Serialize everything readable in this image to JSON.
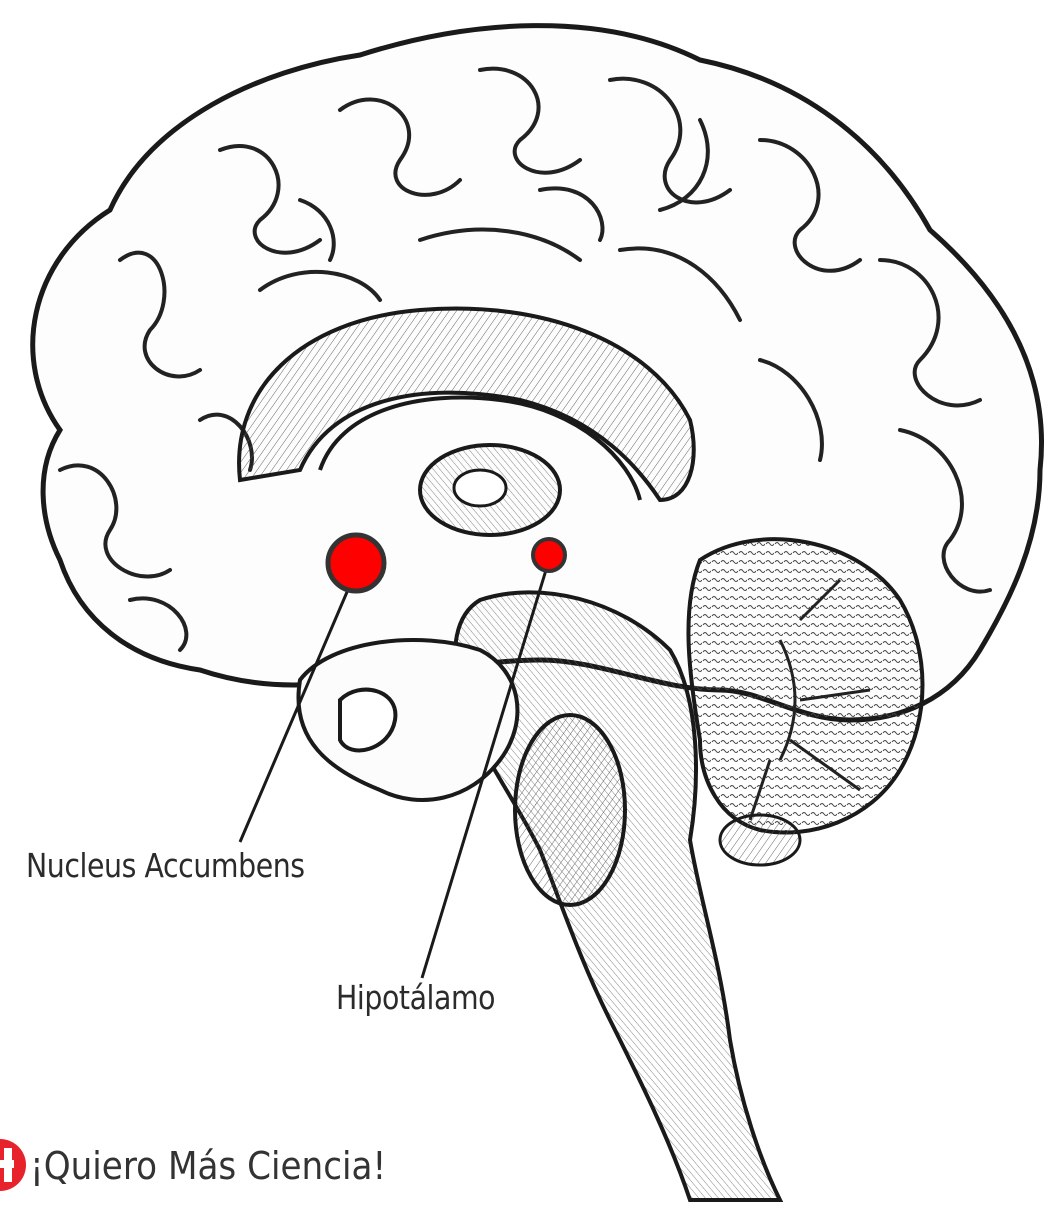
{
  "labels": {
    "nucleus_accumbens": "Nucleus Accumbens",
    "hipotalamo": "Hipotálamo"
  },
  "brand": {
    "name": "¡Quiero Más Ciencia!",
    "logo_color": "#e8222a"
  },
  "colors": {
    "marker": "#ff0000",
    "line": "#1a1a1a"
  }
}
